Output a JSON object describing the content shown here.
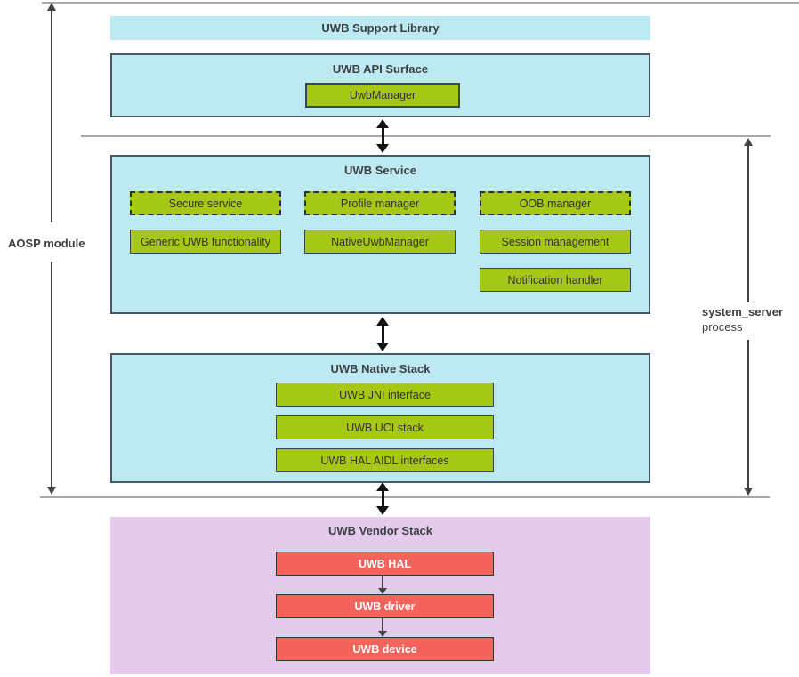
{
  "side_labels": {
    "aosp_module": "AOSP module",
    "system_server": "system_server",
    "system_server_line2": "process"
  },
  "support_library": {
    "title": "UWB Support Library"
  },
  "api_surface": {
    "title": "UWB API Surface",
    "manager": "UwbManager"
  },
  "uwb_service": {
    "title": "UWB Service",
    "dashed_modules": [
      "Secure service",
      "Profile manager",
      "OOB manager"
    ],
    "modules": [
      "Generic UWB functionality",
      "NativeUwbManager",
      "Session management",
      "Notification handler"
    ]
  },
  "native_stack": {
    "title": "UWB Native Stack",
    "layers": [
      "UWB JNI interface",
      "UWB UCI stack",
      "UWB HAL AIDL interfaces"
    ]
  },
  "vendor_stack": {
    "title": "UWB Vendor Stack",
    "layers": [
      "UWB HAL",
      "UWB driver",
      "UWB device"
    ]
  },
  "colors": {
    "box_cyan": "#BDE9F2",
    "box_lavender": "#E4CAEB",
    "chip_green": "#A5C716",
    "chip_red": "#F4645C",
    "border_dark": "#455A64",
    "rule_gray": "#A8A8A8",
    "arrow_black": "#141414",
    "text_dark": "#3C4043"
  }
}
